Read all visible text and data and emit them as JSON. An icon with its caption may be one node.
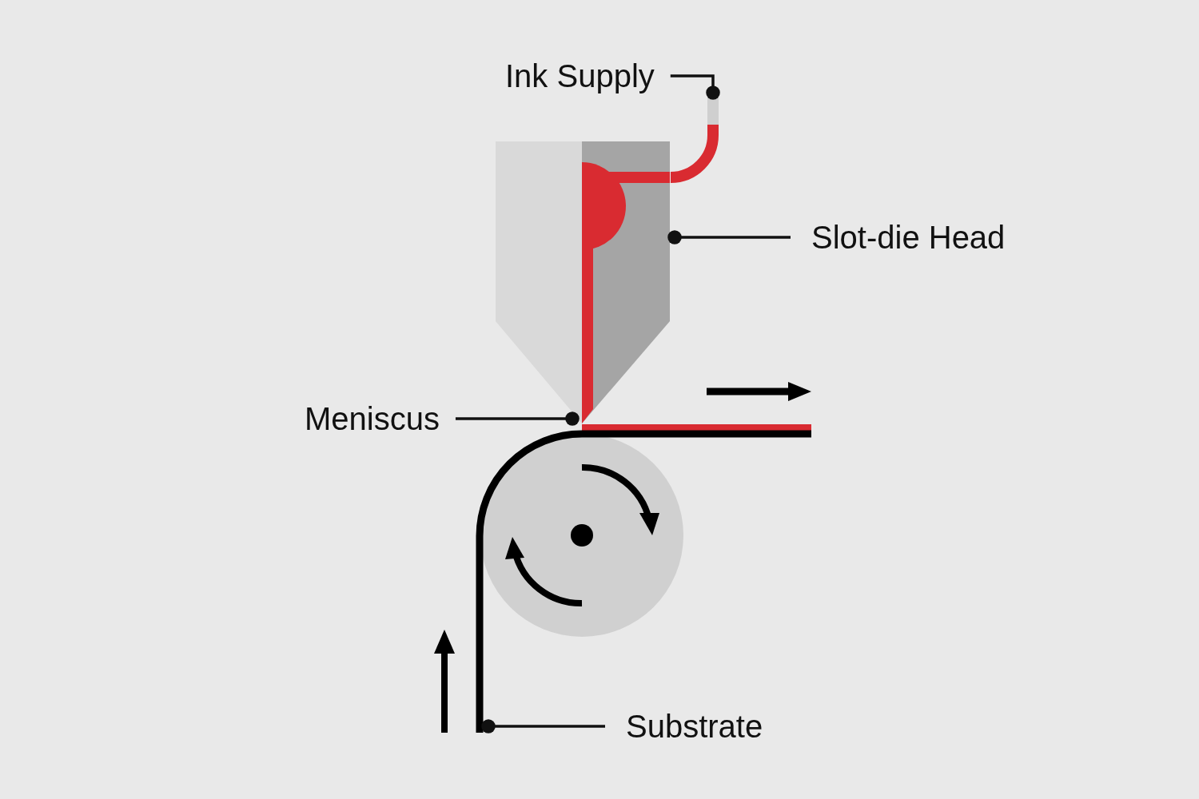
{
  "diagram": {
    "nodes": [
      {
        "text": [
          "Ink Supply"
        ]
      },
      {
        "text": [],
        "shape": "picture"
      },
      {
        "text": [],
        "shape": "picture"
      },
      {
        "text": [
          "Slot-die Head"
        ]
      },
      {
        "text": [
          "Meniscus"
        ]
      },
      {
        "text": [],
        "shape": "picture"
      },
      {
        "text": [
          "Substrate"
        ]
      }
    ],
    "edges": [
      {
        "from": 0,
        "to": 1,
        "arrow": "other"
      },
      {
        "from": 3,
        "to": 2,
        "arrow": "other"
      },
      {
        "from": 4,
        "to": 2,
        "arrow": "other"
      },
      {
        "from": 6,
        "to": 5,
        "arrow": "other"
      }
    ]
  }
}
